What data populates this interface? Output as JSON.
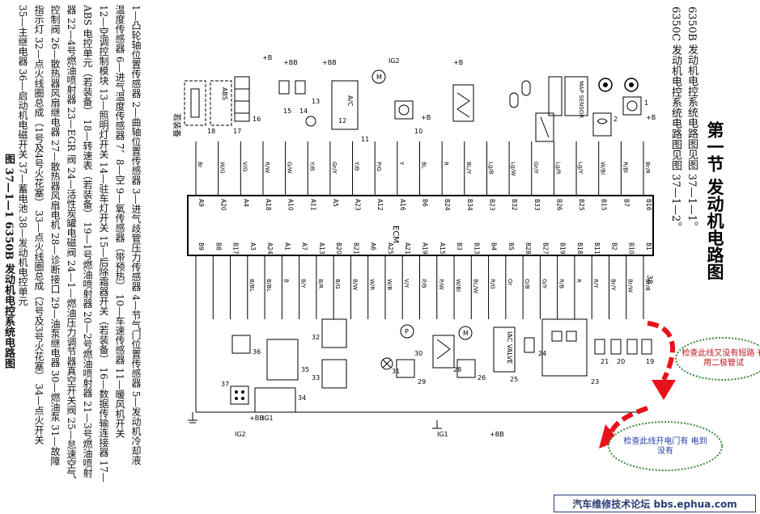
{
  "heading": {
    "section": "第一节 发动机电路图",
    "line1": "6350B 发动机电控系统电路图见图 37—1—1。",
    "line2": "6350C 发动机电控系统电路图见图 37—1—2。"
  },
  "legend_lines": [
    "1—凸轮轴位置传感器 2—曲轴位置传感器 3—进气歧管压力传感器 4—节气门位置传感器 5—发动机冷却液",
    "温度传感器 6—进气温度传感器 7、8—空 9—氧传感器（带预热） 10—车速传感器 11—暖风机开关",
    "12—空调控制模块 13—照明灯开关 14—驻车灯开关 15—后除霜器开关（若装备） 16—数据传输连接器 17—",
    "ABS 电控单元（若装备） 18—转速表（若装备） 19—1号燃油喷射器 20—2号燃油喷射器 21—3号燃油喷射",
    "器 22—4号燃油喷射器 23—EGR 阀 24—活性炭罐电磁阀 24—1—燃油压力调节器真空开关阀 25—怠速空气",
    "控制阀 26—散热器风扇继电器 27—散热器风扇电机 28—诊断接口 29—油泵继电器 30—燃油泵 31—故障",
    "指示灯 32—点火线圈总成（1号及4号火花塞） 33—点火线圈总成（2号及3号火花塞） 34—点火开关",
    "35—主继电器 36—启动机电磁开关 37—蓄电池 38—发动机电控单元"
  ],
  "figure_caption": "图 37—1—1  6350B 发动机电控系统电路图",
  "diagram": {
    "ecm_label": "ECM",
    "if_equipped": "若装备",
    "components": {
      "map_sensor": "MAP SENSOR",
      "iac_valve": "IAC VALVE",
      "ac": "A/C",
      "abs": "ABS"
    },
    "pins_top": [
      "B16",
      "B7",
      "B15",
      "B25",
      "B26",
      "B33",
      "B32",
      "B23",
      "B34",
      "B24",
      "B6",
      "A16",
      "A12",
      "A23",
      "A5",
      "A11",
      "A10",
      "A18",
      "A4",
      "A20",
      "A9"
    ],
    "wires_top": [
      "Br/R",
      "R/Bl",
      "W/Bl",
      "Lg/Y",
      "Lg/R",
      "Gr/Y",
      "Lg/W",
      "Lg/B",
      "BL/Y",
      "R",
      "BL",
      "Y",
      "P/G",
      "Y/B",
      "Gr/Y",
      "Y/B",
      "G/W",
      "R/W",
      "V/G",
      "W/G",
      "Br"
    ],
    "pins_bottom": [
      "B1",
      "B10",
      "B2",
      "B11",
      "B18",
      "B19",
      "B27",
      "B28",
      "B5",
      "B4",
      "B13",
      "B3",
      "A15",
      "A19",
      "A21",
      "A25",
      "A6",
      "B21",
      "B20",
      "A13",
      "A7",
      "A1",
      "A24",
      "A3",
      "B17",
      "B8",
      "B9"
    ],
    "wires_bottom": [
      "Br/B",
      "Br/W",
      "Br/Y",
      "R/Y",
      "R",
      "R/B",
      "G/Y",
      "O/B",
      "Or",
      "R/G",
      "BL/W",
      "W/Bl",
      "P/W",
      "P/B",
      "V/Y",
      "W/B",
      "W/R",
      "B/W",
      "B/G",
      "B/R",
      "B/Y",
      "B",
      "B/BL",
      "B/BL"
    ],
    "supply_labels": [
      "+B",
      "+BB",
      "IG1",
      "IG2",
      "+BB",
      "+B"
    ]
  },
  "callouts": {
    "upper": "检查此线又没有短路 有用二极管试",
    "lower": "检查此线开电门有 电到没有"
  },
  "footer": "汽车维修技术论坛 bbs.ephua.com",
  "colors": {
    "arrow": "#e8121a",
    "bubble_border": "#3a8a3a",
    "footer_border": "#2a3b72"
  }
}
